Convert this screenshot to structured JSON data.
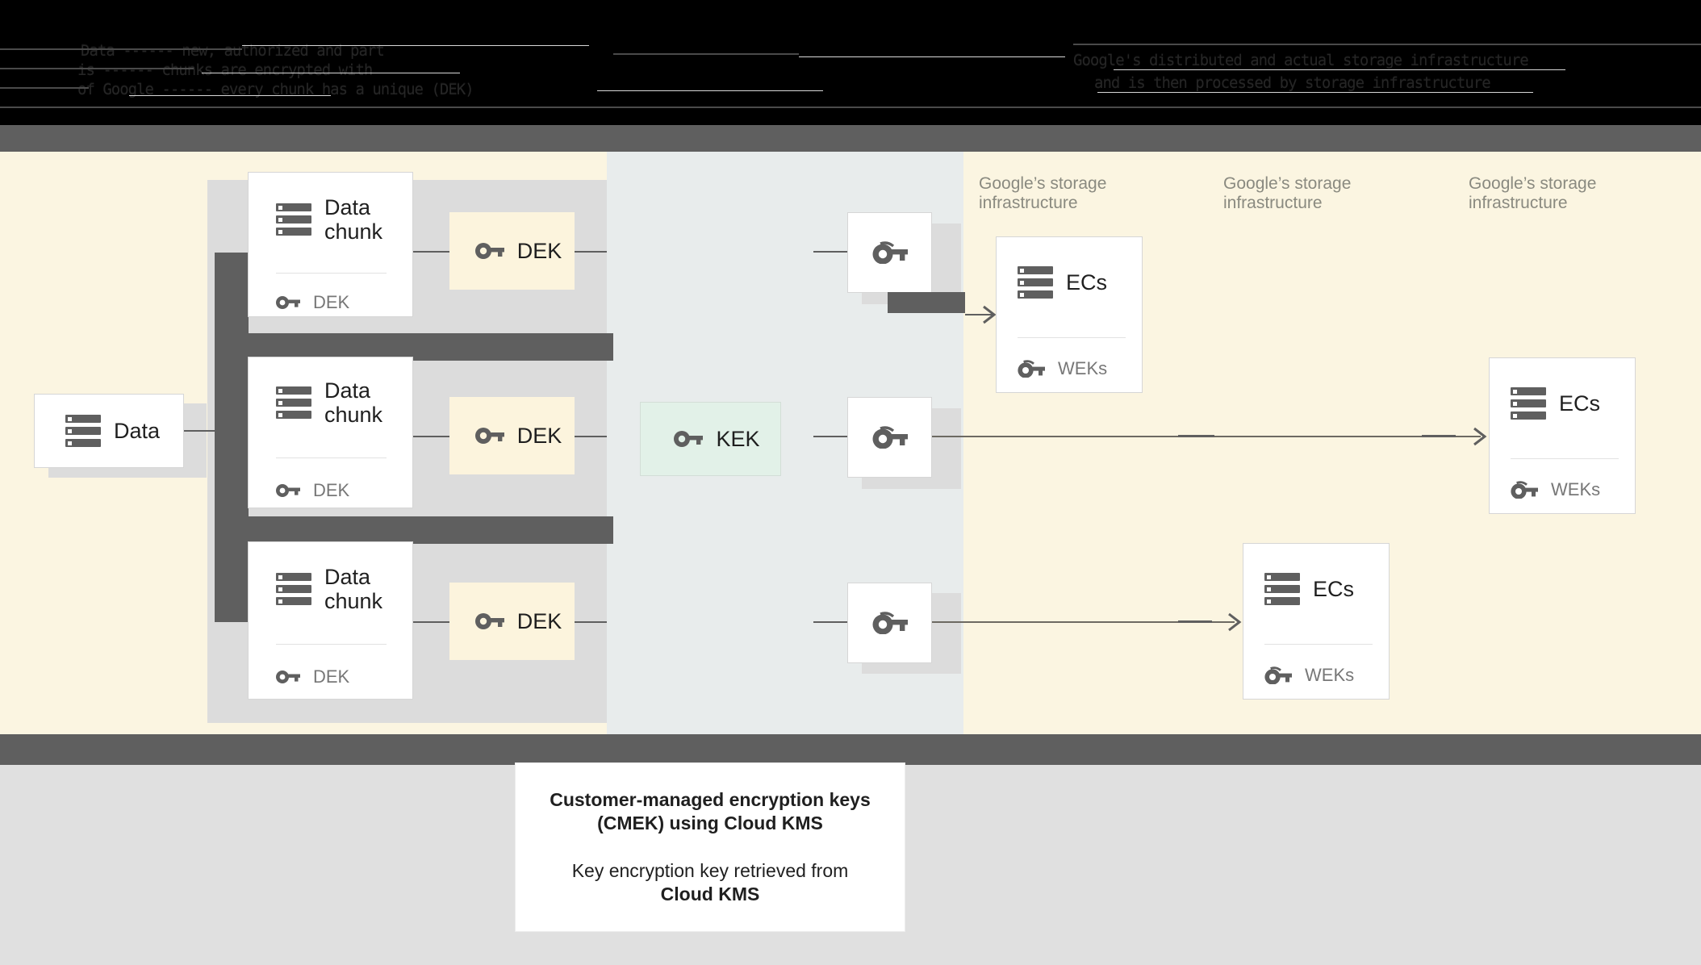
{
  "diagram": {
    "title_region": {
      "note": "garbled-dark-text",
      "lines": [
        "Data   ------   new, authorized and part",
        "is    ------   chunks are encrypted with",
        "of Google   ------   every chunk has a unique (DEK)",
        "Google's distributed and actual storage infrastructure",
        "and is then processed by storage infrastructure"
      ]
    },
    "source": {
      "label": "Data",
      "icon": "server-stack-icon"
    },
    "chunks": [
      {
        "title": "Data\nchunk",
        "icon": "server-stack-icon",
        "foot_label": "DEK",
        "foot_icon": "key-icon"
      },
      {
        "title": "Data\nchunk",
        "icon": "server-stack-icon",
        "foot_label": "DEK",
        "foot_icon": "key-icon"
      },
      {
        "title": "Data\nchunk",
        "icon": "server-stack-icon",
        "foot_label": "DEK",
        "foot_icon": "key-icon"
      }
    ],
    "deks": [
      {
        "label": "DEK",
        "icon": "key-icon"
      },
      {
        "label": "DEK",
        "icon": "key-icon"
      },
      {
        "label": "DEK",
        "icon": "key-icon"
      }
    ],
    "kek": {
      "label": "KEK",
      "icon": "key-icon"
    },
    "wrapped_keys": [
      {
        "icon": "key-icon"
      },
      {
        "icon": "key-icon"
      },
      {
        "icon": "key-icon"
      }
    ],
    "infra_labels": [
      "Google’s storage\ninfrastructure",
      "Google’s storage\ninfrastructure",
      "Google’s storage\ninfrastructure"
    ],
    "ec_boxes": [
      {
        "title": "ECs",
        "icon": "server-stack-icon",
        "foot_label": "WEKs",
        "foot_icon": "key-icon"
      },
      {
        "title": "ECs",
        "icon": "server-stack-icon",
        "foot_label": "WEKs",
        "foot_icon": "key-icon"
      },
      {
        "title": "ECs",
        "icon": "server-stack-icon",
        "foot_label": "WEKs",
        "foot_icon": "key-icon"
      }
    ],
    "caption": {
      "heading": "Customer-managed encryption keys (CMEK) using Cloud KMS",
      "body_prefix": "Key encryption key retrieved from",
      "body_strong": "Cloud KMS"
    },
    "colors": {
      "cream": "#fbf5e1",
      "blue_gray": "#e8ecec",
      "chunk_gray": "#dcdcdc",
      "dark_gray": "#5f5f5f",
      "kek_green": "#e2f1e8",
      "dek_cream": "#fcf4dd",
      "footer_gray": "#e0e0e0",
      "text_dark": "#1f1f1f",
      "text_muted": "#777777",
      "infra_muted": "#8a8a80"
    }
  }
}
